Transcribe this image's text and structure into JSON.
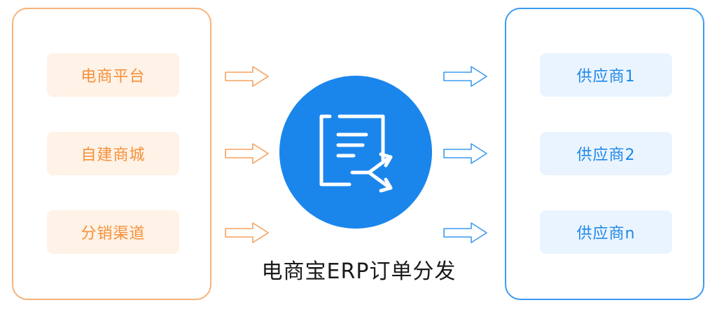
{
  "sources": [
    "电商平台",
    "自建商城",
    "分销渠道"
  ],
  "suppliers": [
    "供应商1",
    "供应商2",
    "供应商n"
  ],
  "hub": {
    "icon": "order-dispatch-icon"
  },
  "caption": "电商宝ERP订单分发",
  "colors": {
    "source_border": "#f7b27a",
    "source_chip_bg": "#fff2e6",
    "source_text": "#f5903a",
    "supplier_border": "#3b9bf0",
    "supplier_chip_bg": "#eaf4ff",
    "supplier_text": "#1f88e8",
    "hub": "#1a86ec",
    "caption": "#1a1a1a"
  }
}
